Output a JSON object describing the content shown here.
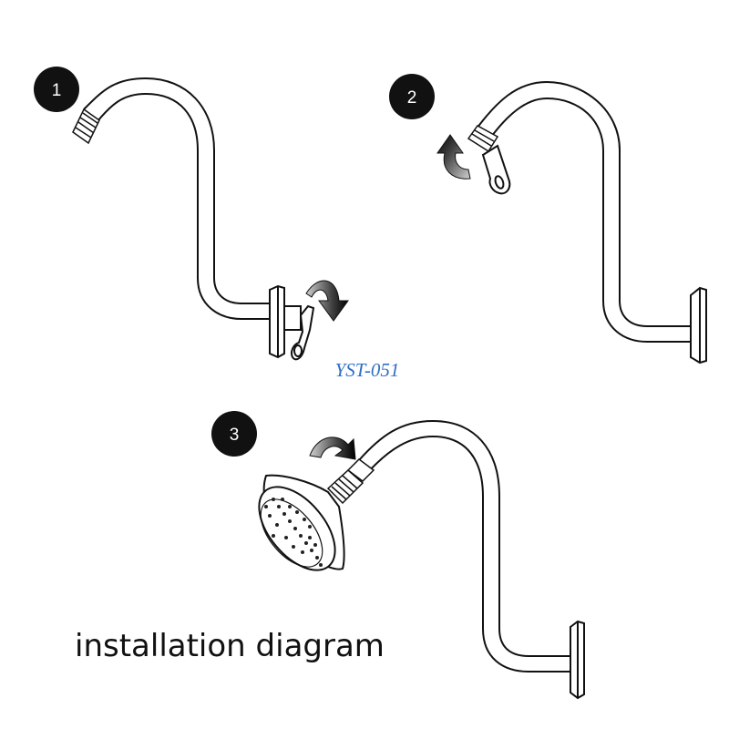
{
  "steps": [
    {
      "number": "1"
    },
    {
      "number": "2"
    },
    {
      "number": "3"
    }
  ],
  "model_label": "YST-051",
  "caption": "installation diagram",
  "colors": {
    "line": "#111111",
    "badge": "#111111",
    "model_label": "#2f6fc4",
    "arrow_light": "#c8c8c8",
    "background": "#ffffff"
  }
}
